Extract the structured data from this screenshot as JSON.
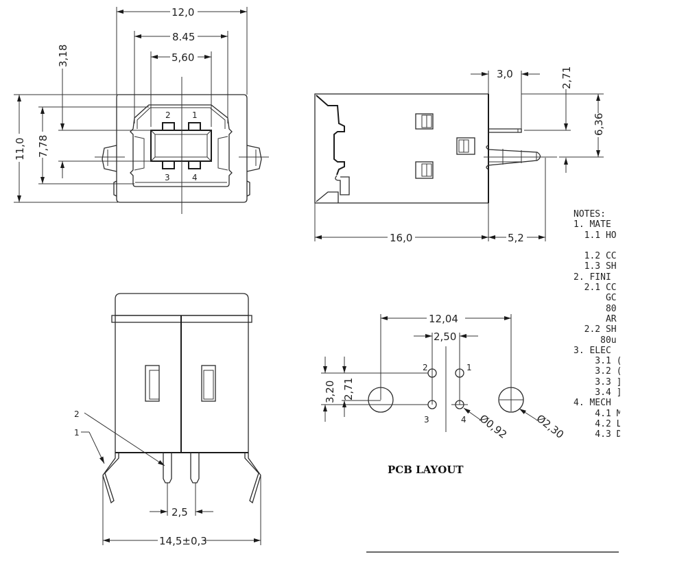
{
  "drawing": {
    "front_view": {
      "dims": {
        "overall_width": "12,0",
        "shell_width": "8.45",
        "inner_width": "5,60",
        "top_offset": "3,18",
        "height": "11,0",
        "inner_height": "7,78"
      },
      "pins": [
        "1",
        "2",
        "3",
        "4"
      ]
    },
    "side_view": {
      "dims": {
        "body_length": "16,0",
        "pin_length": "5,2",
        "pin_offset": "3,0",
        "pin_drop": "2,71",
        "pin_height": "6,36"
      }
    },
    "bottom_view": {
      "dims": {
        "pin_pitch": "2,5",
        "overall_width": "14,5±0,3"
      },
      "callouts": [
        "1",
        "2"
      ]
    },
    "pcb_layout": {
      "title": "PCB LAYOUT",
      "dims": {
        "mount_spacing": "12,04",
        "pin_pitch": "2,50",
        "row_spacing": "3,20",
        "mount_offset": "2,71",
        "pin_hole_dia": "Ø0,92",
        "mount_hole_dia": "Ø2,30"
      },
      "pins": [
        "1",
        "2",
        "3",
        "4"
      ]
    },
    "notes": {
      "lines": [
        "NOTES:",
        "1. MATE",
        "  1.1 HO",
        "",
        "  1.2 CC",
        "  1.3 SH",
        "2. FINI",
        "  2.1 CC",
        "      GC",
        "      80",
        "      AR",
        "  2.2 SH",
        "     80u",
        "3. ELEC",
        "    3.1 (",
        "    3.2 (",
        "    3.3 ]",
        "    3.4 ]",
        "4. MECH",
        "    4.1 M",
        "    4.2 L",
        "    4.3 D"
      ]
    }
  }
}
